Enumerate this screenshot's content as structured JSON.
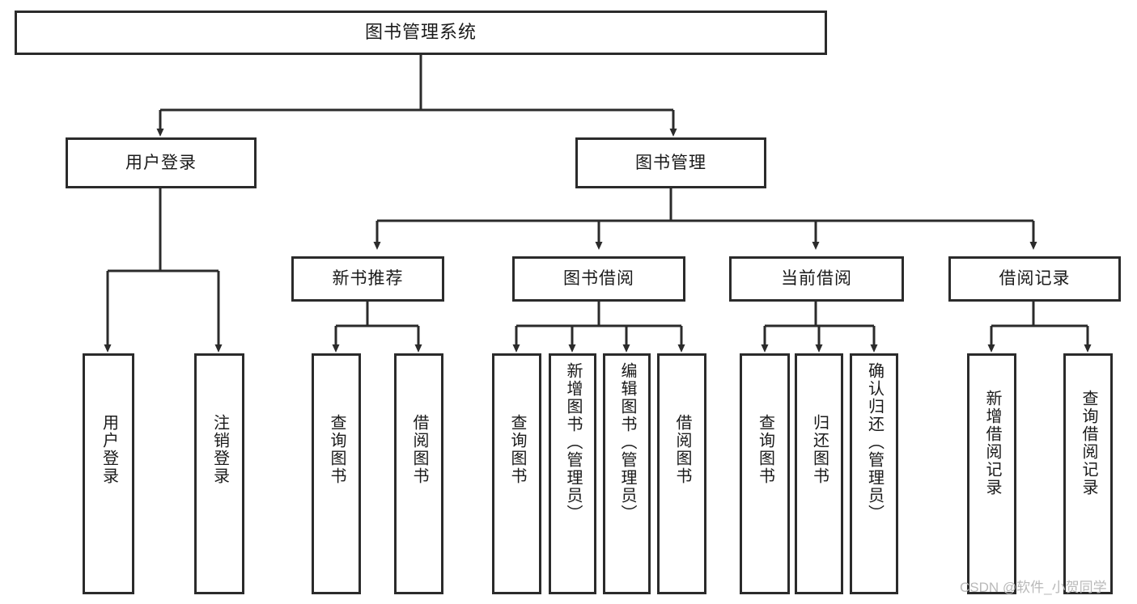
{
  "diagram": {
    "type": "tree",
    "title": "图书管理系统",
    "orientation": "top-down",
    "colors": {
      "box_border": "#2b2b2b",
      "box_fill": "#ffffff",
      "edge": "#2b2b2b",
      "text": "#1a1a1a",
      "watermark": "#b9b9b9"
    },
    "levels": 4,
    "root": {
      "label": "图书管理系统",
      "children": [
        {
          "label": "用户登录",
          "children": [
            {
              "label": "用户登录"
            },
            {
              "label": "注销登录"
            }
          ]
        },
        {
          "label": "图书管理",
          "children": [
            {
              "label": "新书推荐",
              "children": [
                {
                  "label": "查询图书"
                },
                {
                  "label": "借阅图书"
                }
              ]
            },
            {
              "label": "图书借阅",
              "children": [
                {
                  "label": "查询图书"
                },
                {
                  "label": "新增图书（管理员）"
                },
                {
                  "label": "编辑图书（管理员）"
                },
                {
                  "label": "借阅图书"
                }
              ]
            },
            {
              "label": "当前借阅",
              "children": [
                {
                  "label": "查询图书"
                },
                {
                  "label": "归还图书"
                },
                {
                  "label": "确认归还（管理员）"
                }
              ]
            },
            {
              "label": "借阅记录",
              "children": [
                {
                  "label": "新增借阅记录"
                },
                {
                  "label": "查询借阅记录"
                }
              ]
            }
          ]
        }
      ]
    }
  },
  "nodes": {
    "root": "图书管理系统",
    "l2": {
      "user_login": "用户登录",
      "book_mgmt": "图书管理"
    },
    "l3": {
      "new_book_rec": "新书推荐",
      "book_borrow": "图书借阅",
      "current_borrow": "当前借阅",
      "borrow_record": "借阅记录"
    },
    "leaves": {
      "user_login_1": "用户登录",
      "user_login_2": "注销登录",
      "rec_1": "查询图书",
      "rec_2": "借阅图书",
      "borrow_1": "查询图书",
      "borrow_2": "新增图书（管理员）",
      "borrow_3": "编辑图书（管理员）",
      "borrow_4": "借阅图书",
      "cur_1": "查询图书",
      "cur_2": "归还图书",
      "cur_3": "确认归还（管理员）",
      "rec_log_1": "新增借阅记录",
      "rec_log_2": "查询借阅记录"
    }
  },
  "watermark": {
    "text": "CSDN @软件_小贺同学"
  }
}
